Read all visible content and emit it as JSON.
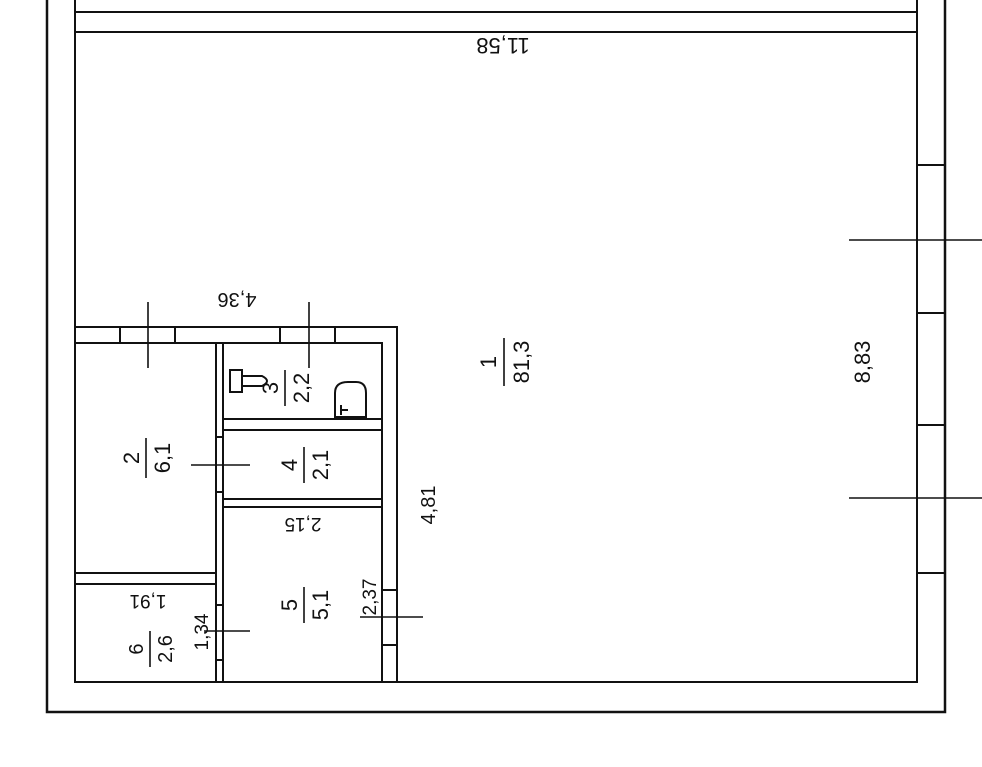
{
  "plan": {
    "overall_length": "11,58",
    "overall_width": "8,83",
    "partition_length": "4,36",
    "partition_height": "4,81",
    "rooms": [
      {
        "number": "1",
        "area": "81,3"
      },
      {
        "number": "2",
        "area": "6,1"
      },
      {
        "number": "3",
        "area": "2,2"
      },
      {
        "number": "4",
        "area": "2,1"
      },
      {
        "number": "5",
        "area": "5,1"
      },
      {
        "number": "6",
        "area": "2,6"
      }
    ],
    "room5_width": "2,15",
    "room5_length": "2,37",
    "room6_width": "1,91",
    "room6_length": "1,34"
  }
}
